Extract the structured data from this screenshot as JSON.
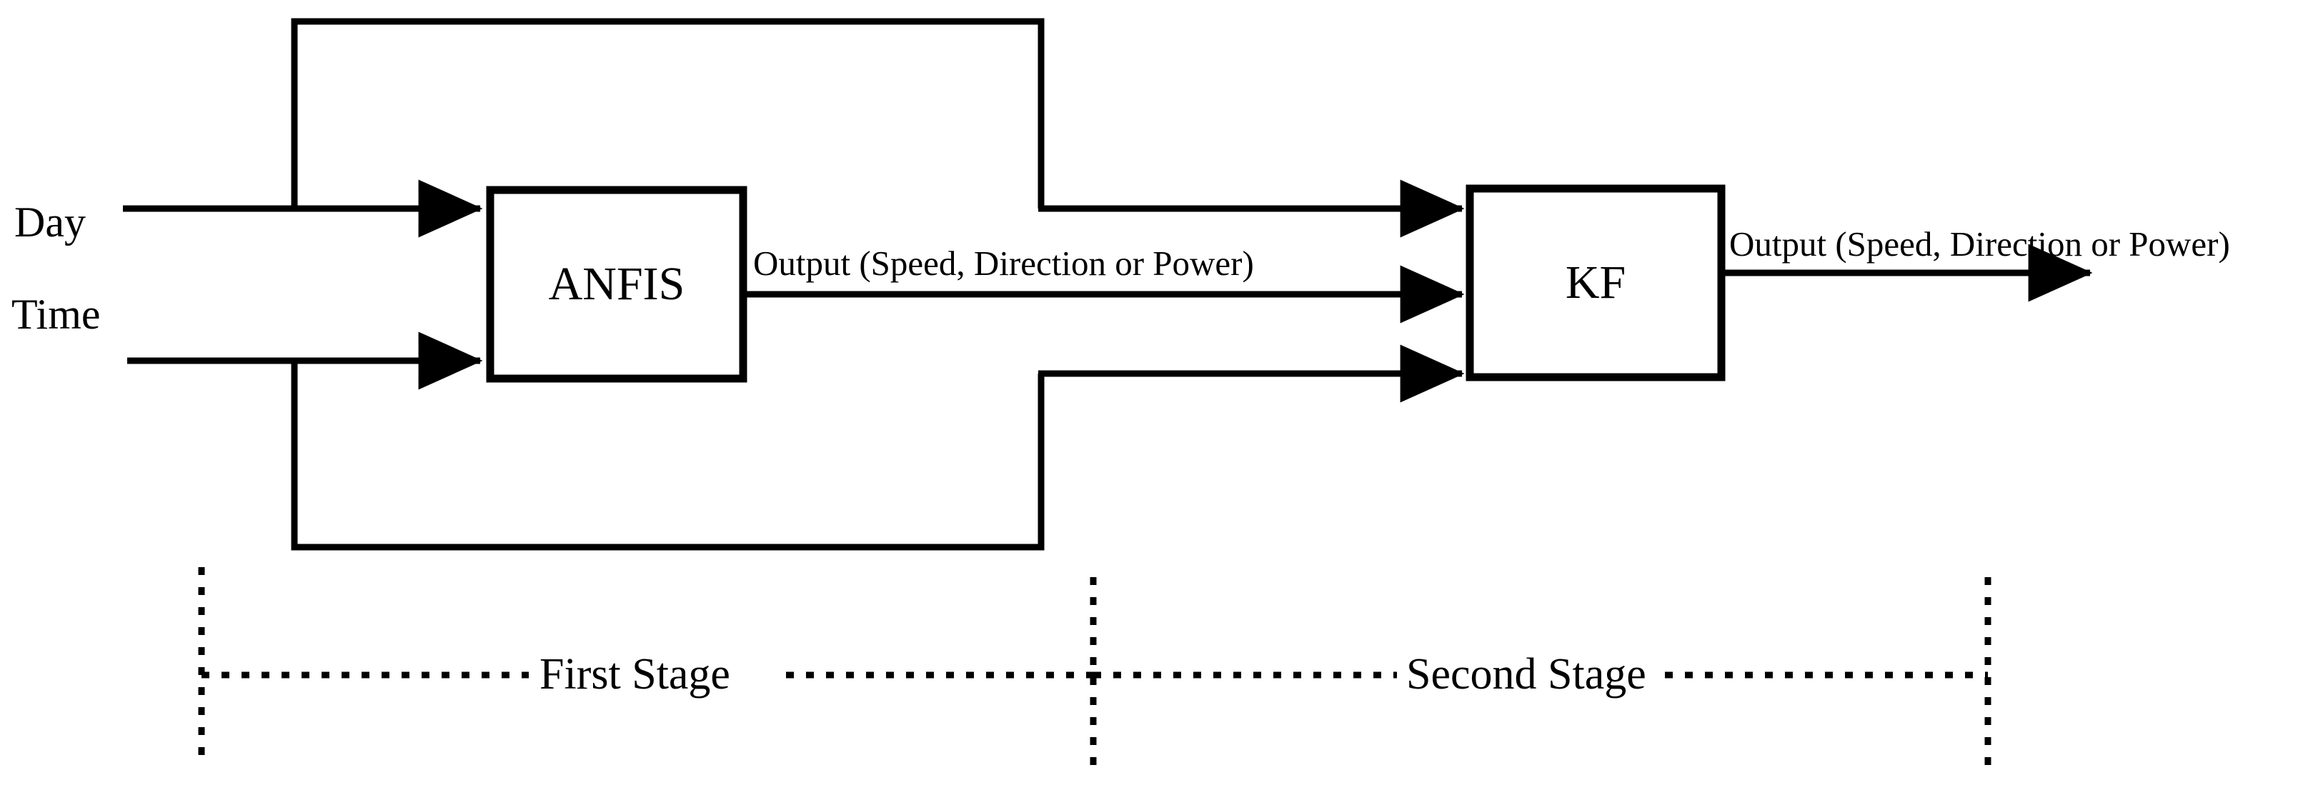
{
  "diagram": {
    "title_present": false,
    "background_color": "#ffffff",
    "stroke_color": "#000000",
    "inputs": [
      {
        "id": "day",
        "label": "Day"
      },
      {
        "id": "time",
        "label": "Time"
      }
    ],
    "blocks": [
      {
        "id": "anfis",
        "label": "ANFIS",
        "stage": "first"
      },
      {
        "id": "kf",
        "label": "KF",
        "stage": "second"
      }
    ],
    "flow_labels": [
      {
        "id": "anfis-output",
        "label": "Output (Speed, Direction or Power)"
      },
      {
        "id": "kf-output",
        "label": "Output (Speed, Direction or Power)"
      }
    ],
    "stages": [
      {
        "id": "first-stage",
        "label": "First Stage"
      },
      {
        "id": "second-stage",
        "label": "Second Stage"
      }
    ]
  }
}
